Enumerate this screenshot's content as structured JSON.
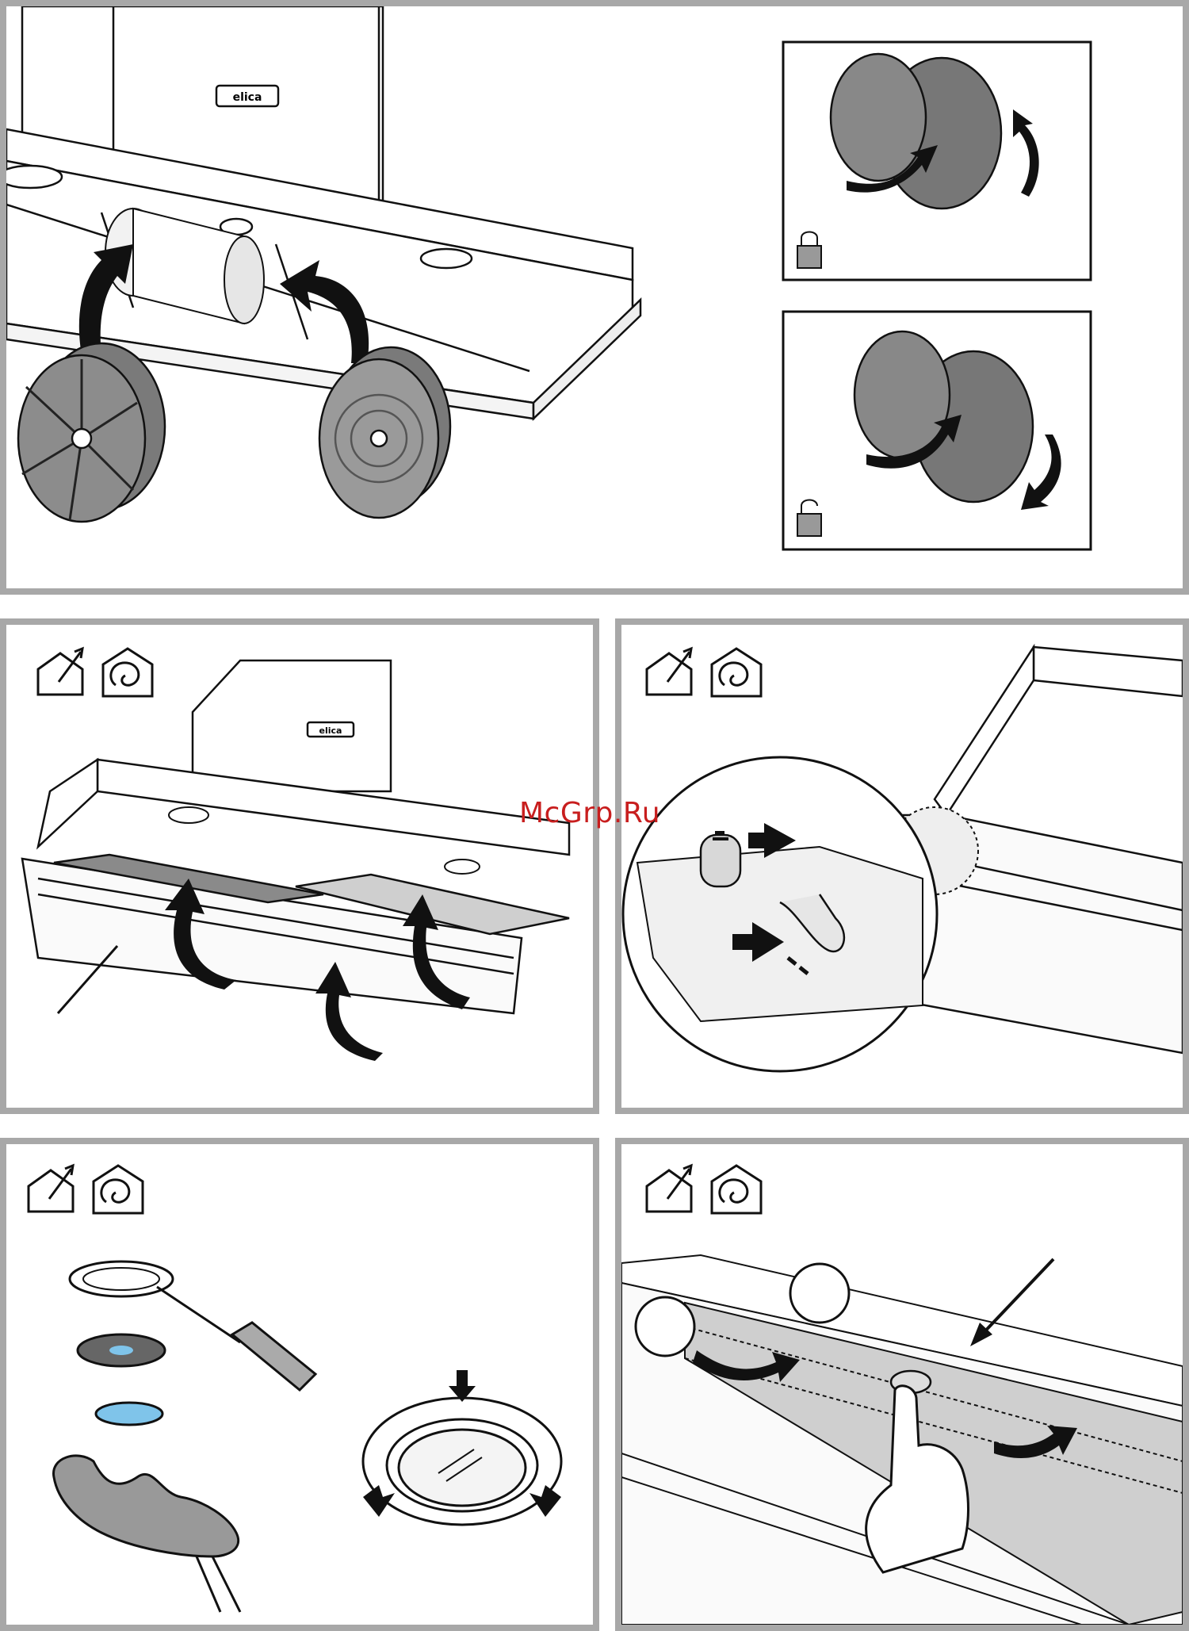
{
  "watermark": "McGrp.Ru",
  "brand_badge": "elica",
  "panels": [
    {
      "id": "carbon-filter-install",
      "icons": [
        "recirculation-icon"
      ]
    },
    {
      "id": "grease-filter-remove",
      "icons": [
        "ducted-extraction-icon",
        "recirculation-icon"
      ]
    },
    {
      "id": "filter-latch-detail",
      "icons": [
        "ducted-extraction-icon",
        "recirculation-icon"
      ]
    },
    {
      "id": "lamp-replacement",
      "icons": [
        "ducted-extraction-icon",
        "recirculation-icon"
      ]
    },
    {
      "id": "control-panel-remove",
      "icons": [
        "ducted-extraction-icon",
        "recirculation-icon"
      ]
    }
  ],
  "colors": {
    "frame": "#a8a8a8",
    "line": "#111111",
    "filter_grey": "#8a8a8a",
    "lamp_blue": "#7fc4ea"
  }
}
